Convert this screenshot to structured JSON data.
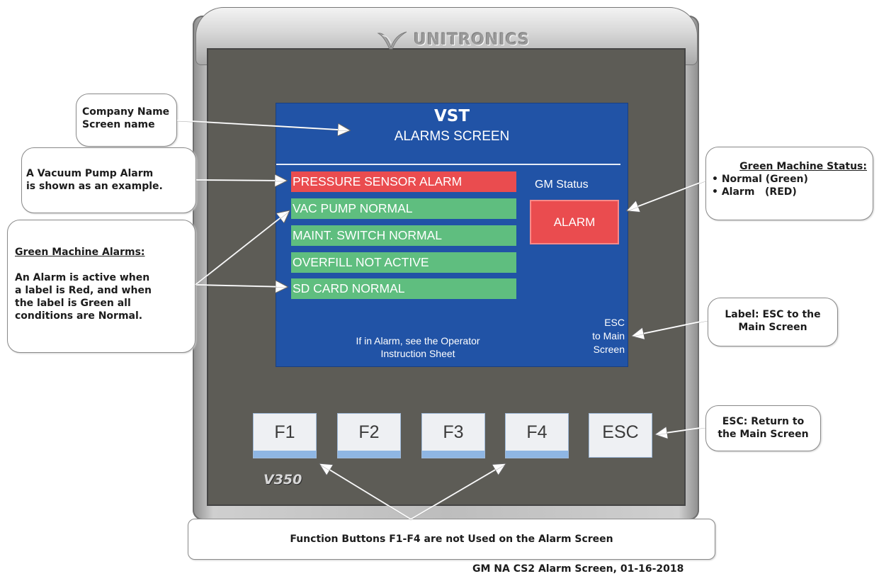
{
  "device": {
    "brand": "UNITRONICS",
    "model": "V350"
  },
  "screen": {
    "company": "VST",
    "title": "ALARMS SCREEN",
    "alarms": [
      {
        "label": "PRESSURE SENSOR ALARM",
        "state": "alarm",
        "color": "#ea4c4f"
      },
      {
        "label": "VAC PUMP NORMAL",
        "state": "normal",
        "color": "#5fbe7f"
      },
      {
        "label": "MAINT. SWITCH NORMAL",
        "state": "normal",
        "color": "#5fbe7f"
      },
      {
        "label": "OVERFILL NOT ACTIVE",
        "state": "normal",
        "color": "#5fbe7f"
      },
      {
        "label": "SD CARD NORMAL",
        "state": "normal",
        "color": "#5fbe7f"
      }
    ],
    "gm_status_label": "GM Status",
    "gm_status_value": "ALARM",
    "footer_line1": "If in Alarm, see the Operator",
    "footer_line2": "Instruction Sheet",
    "esc_line1": "ESC",
    "esc_line2": "to Main",
    "esc_line3": "Screen"
  },
  "keys": [
    "F1",
    "F2",
    "F3",
    "F4",
    "ESC"
  ],
  "callouts": {
    "company_line1": "Company Name",
    "company_line2": "Screen name",
    "vacuum_line1": "A Vacuum Pump Alarm",
    "vacuum_line2": "is shown as an example.",
    "gm_alarms_heading": "Green Machine Alarms:",
    "gm_alarms_line1": "An Alarm is active when",
    "gm_alarms_line2": "a label is Red, and when",
    "gm_alarms_line3": "the label is Green all",
    "gm_alarms_line4": "conditions are Normal.",
    "gm_status_heading": "Green Machine Status:",
    "gm_status_item1": "Normal (Green)",
    "gm_status_item2": "Alarm   (RED)",
    "esc_label_line1": "Label: ESC to the",
    "esc_label_line2": "Main Screen",
    "esc_return_line1": "ESC: Return to",
    "esc_return_line2": "the Main Screen",
    "function_buttons": "Function Buttons F1-F4 are not Used on the Alarm Screen"
  },
  "caption": "GM NA CS2 Alarm Screen, 01-16-2018",
  "colors": {
    "screen_bg": "#2153a6",
    "alarm_red": "#ea4c4f",
    "normal_green": "#5fbe7f",
    "bezel": "#5d5c56"
  }
}
